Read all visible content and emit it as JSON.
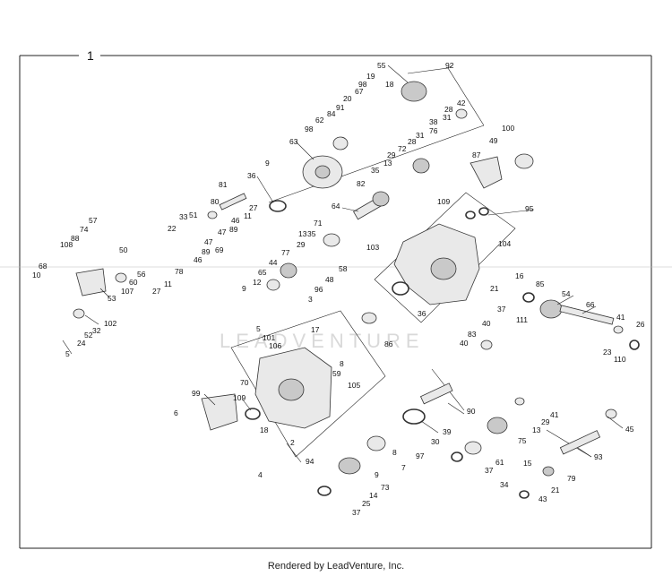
{
  "diagram": {
    "index_label": "1",
    "watermark": "LEADVENTURE",
    "caption": "Rendered by LeadVenture, Inc.",
    "callouts": [
      "1",
      "2",
      "3",
      "4",
      "5",
      "6",
      "7",
      "8",
      "9",
      "10",
      "11",
      "12",
      "13",
      "14",
      "15",
      "16",
      "17",
      "18",
      "19",
      "20",
      "21",
      "22",
      "23",
      "24",
      "25",
      "26",
      "27",
      "28",
      "29",
      "30",
      "31",
      "32",
      "33",
      "34",
      "35",
      "36",
      "37",
      "38",
      "39",
      "40",
      "41",
      "42",
      "43",
      "44",
      "45",
      "46",
      "47",
      "48",
      "49",
      "50",
      "51",
      "52",
      "53",
      "54",
      "55",
      "56",
      "57",
      "58",
      "59",
      "60",
      "61",
      "62",
      "63",
      "64",
      "65",
      "66",
      "67",
      "68",
      "69",
      "70",
      "71",
      "72",
      "73",
      "74",
      "75",
      "76",
      "77",
      "78",
      "79",
      "80",
      "81",
      "82",
      "83",
      "84",
      "85",
      "86",
      "87",
      "88",
      "89",
      "90",
      "91",
      "92",
      "93",
      "94",
      "95",
      "96",
      "97",
      "98",
      "99",
      "100",
      "101",
      "102",
      "103",
      "104",
      "105",
      "106",
      "107",
      "108",
      "109",
      "110",
      "111"
    ]
  }
}
